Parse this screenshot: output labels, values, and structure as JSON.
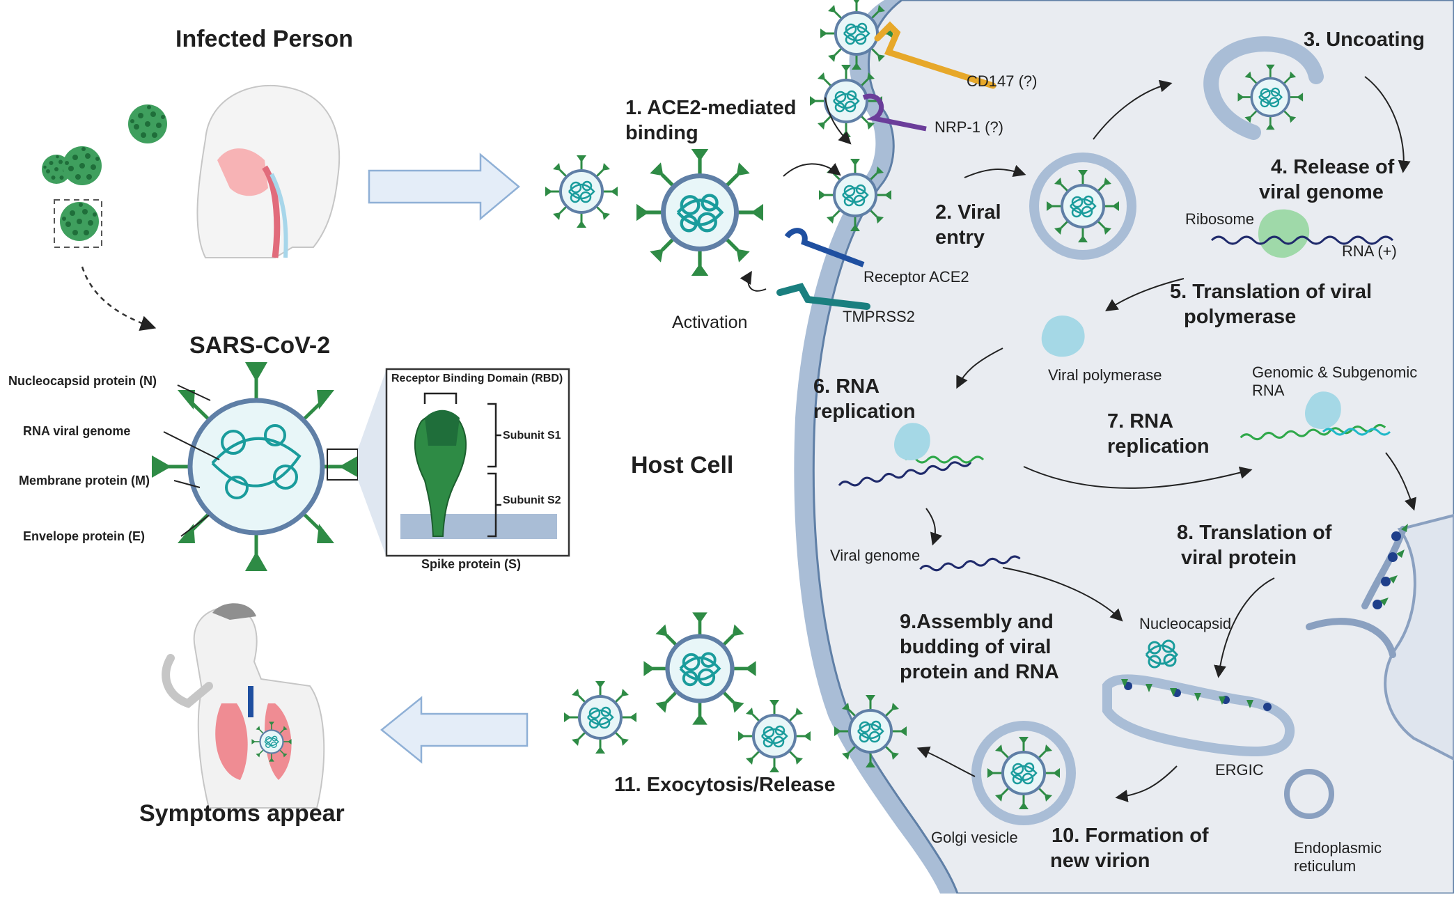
{
  "colors": {
    "cell_fill": "#e9ecf1",
    "membrane_outer": "#a9bdd6",
    "membrane_inner": "#5f7fa6",
    "virus_green": "#2e8b45",
    "virus_teal": "#1a9c9c",
    "arrow_fill": "#e4edf8",
    "arrow_stroke": "#8fb0d6",
    "enzyme_blue": "#a5d8e6",
    "ribosome_green": "#9fd9a9",
    "rna_navy": "#1f2a6b",
    "rna_green": "#2fa84a",
    "rna_cyan": "#20b8c8"
  },
  "left": {
    "infected_person": "Infected Person",
    "sars_title": "SARS-CoV-2",
    "nucleocapsid": "Nucleocapsid protein (N)",
    "rna_genome": "RNA viral genome",
    "membrane_protein": "Membrane protein (M)",
    "envelope_protein": "Envelope protein (E)",
    "rbd": "Receptor Binding Domain (RBD)",
    "subunit_s1": "Subunit S1",
    "subunit_s2": "Subunit S2",
    "spike": "Spike protein (S)",
    "symptoms": "Symptoms appear"
  },
  "entry": {
    "step1_a": "1. ACE2-mediated",
    "step1_b": "binding",
    "activation": "Activation",
    "receptor_ace2": "Receptor ACE2",
    "tmprss2": "TMPRSS2",
    "cd147": "CD147 (?)",
    "nrp1": "NRP-1 (?)"
  },
  "cell": {
    "host_cell": "Host Cell",
    "step2_a": "2. Viral",
    "step2_b": "entry",
    "step3": "3. Uncoating",
    "step4_a": "4. Release of",
    "step4_b": "viral genome",
    "ribosome": "Ribosome",
    "rna_plus": "RNA (+)",
    "step5_a": "5. Translation of viral",
    "step5_b": "polymerase",
    "viral_polymerase": "Viral polymerase",
    "step6_a": "6. RNA",
    "step6_b": "replication",
    "step7_a": "7. RNA",
    "step7_b": "replication",
    "genomic_a": "Genomic & Subgenomic",
    "genomic_b": "RNA",
    "step8_a": "8. Translation of",
    "step8_b": "viral protein",
    "viral_genome": "Viral genome",
    "nucleocapsid": "Nucleocapsid",
    "step9_a": "9.Assembly and",
    "step9_b": "budding of viral",
    "step9_c": "protein and RNA",
    "ergic": "ERGIC",
    "golgi": "Golgi vesicle",
    "step10_a": "10. Formation of",
    "step10_b": "new virion",
    "er_a": "Endoplasmic",
    "er_b": "reticulum",
    "step11": "11. Exocytosis/Release"
  }
}
